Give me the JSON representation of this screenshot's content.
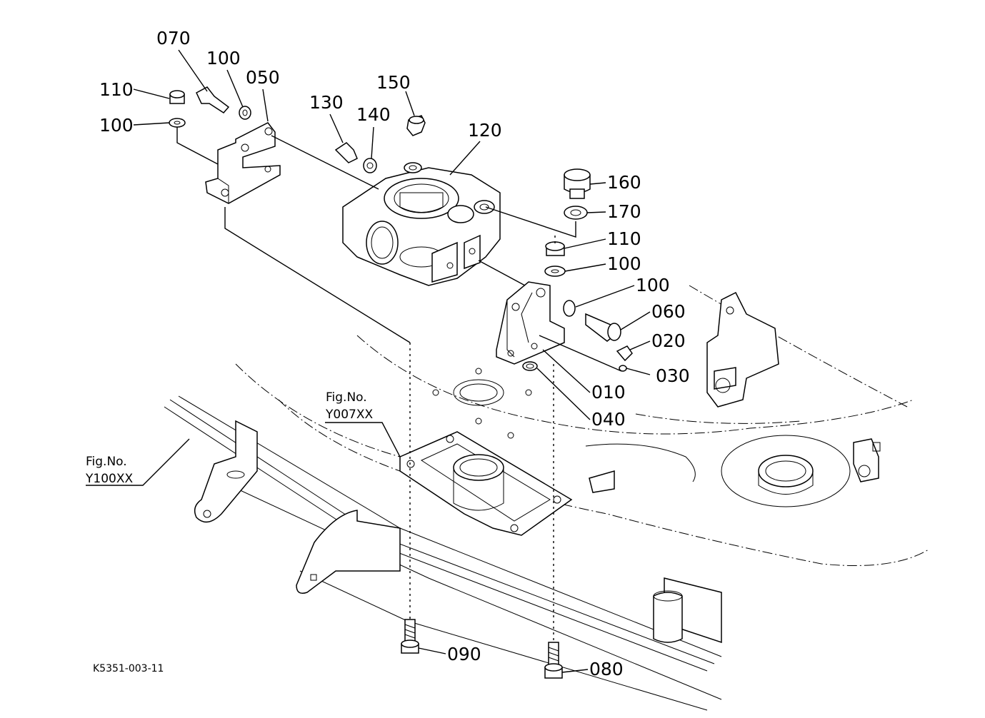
{
  "diagram_code": "K5351-003-11",
  "references": [
    {
      "line1": "Fig.No.",
      "line2": "Y007XX"
    },
    {
      "line1": "Fig.No.",
      "line2": "Y100XX"
    }
  ],
  "parts": [
    {
      "number": "070"
    },
    {
      "number": "100"
    },
    {
      "number": "050"
    },
    {
      "number": "110"
    },
    {
      "number": "100"
    },
    {
      "number": "150"
    },
    {
      "number": "130"
    },
    {
      "number": "140"
    },
    {
      "number": "120"
    },
    {
      "number": "160"
    },
    {
      "number": "170"
    },
    {
      "number": "110"
    },
    {
      "number": "100"
    },
    {
      "number": "100"
    },
    {
      "number": "060"
    },
    {
      "number": "020"
    },
    {
      "number": "030"
    },
    {
      "number": "010"
    },
    {
      "number": "040"
    },
    {
      "number": "090"
    },
    {
      "number": "080"
    }
  ]
}
